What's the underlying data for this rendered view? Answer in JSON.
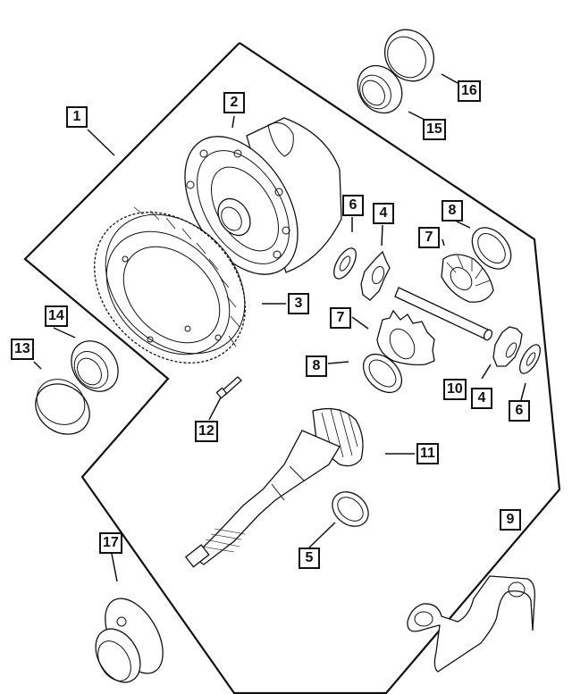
{
  "diagram": {
    "type": "exploded-parts-diagram",
    "subject": "differential assembly",
    "callouts": [
      {
        "id": "1",
        "label": "1",
        "part": "differential-assembly-outline"
      },
      {
        "id": "2",
        "label": "2",
        "part": "differential-case"
      },
      {
        "id": "3",
        "label": "3",
        "part": "ring-gear"
      },
      {
        "id": "4a",
        "label": "4",
        "part": "pinion-gear"
      },
      {
        "id": "4b",
        "label": "4",
        "part": "pinion-gear"
      },
      {
        "id": "5",
        "label": "5",
        "part": "thrust-washer"
      },
      {
        "id": "6a",
        "label": "6",
        "part": "pinion-washer"
      },
      {
        "id": "6b",
        "label": "6",
        "part": "pinion-washer"
      },
      {
        "id": "7a",
        "label": "7",
        "part": "side-gear"
      },
      {
        "id": "7b",
        "label": "7",
        "part": "side-gear"
      },
      {
        "id": "8a",
        "label": "8",
        "part": "side-gear-washer"
      },
      {
        "id": "8b",
        "label": "8",
        "part": "side-gear-washer"
      },
      {
        "id": "9",
        "label": "9",
        "part": "bracket"
      },
      {
        "id": "10",
        "label": "10",
        "part": "pinion-shaft"
      },
      {
        "id": "11",
        "label": "11",
        "part": "output-shaft-gear"
      },
      {
        "id": "12",
        "label": "12",
        "part": "stud"
      },
      {
        "id": "13",
        "label": "13",
        "part": "bearing-cup"
      },
      {
        "id": "14",
        "label": "14",
        "part": "bearing-cone"
      },
      {
        "id": "15",
        "label": "15",
        "part": "bearing-cone"
      },
      {
        "id": "16",
        "label": "16",
        "part": "bearing-cup"
      },
      {
        "id": "17",
        "label": "17",
        "part": "seal-retainer"
      }
    ]
  }
}
